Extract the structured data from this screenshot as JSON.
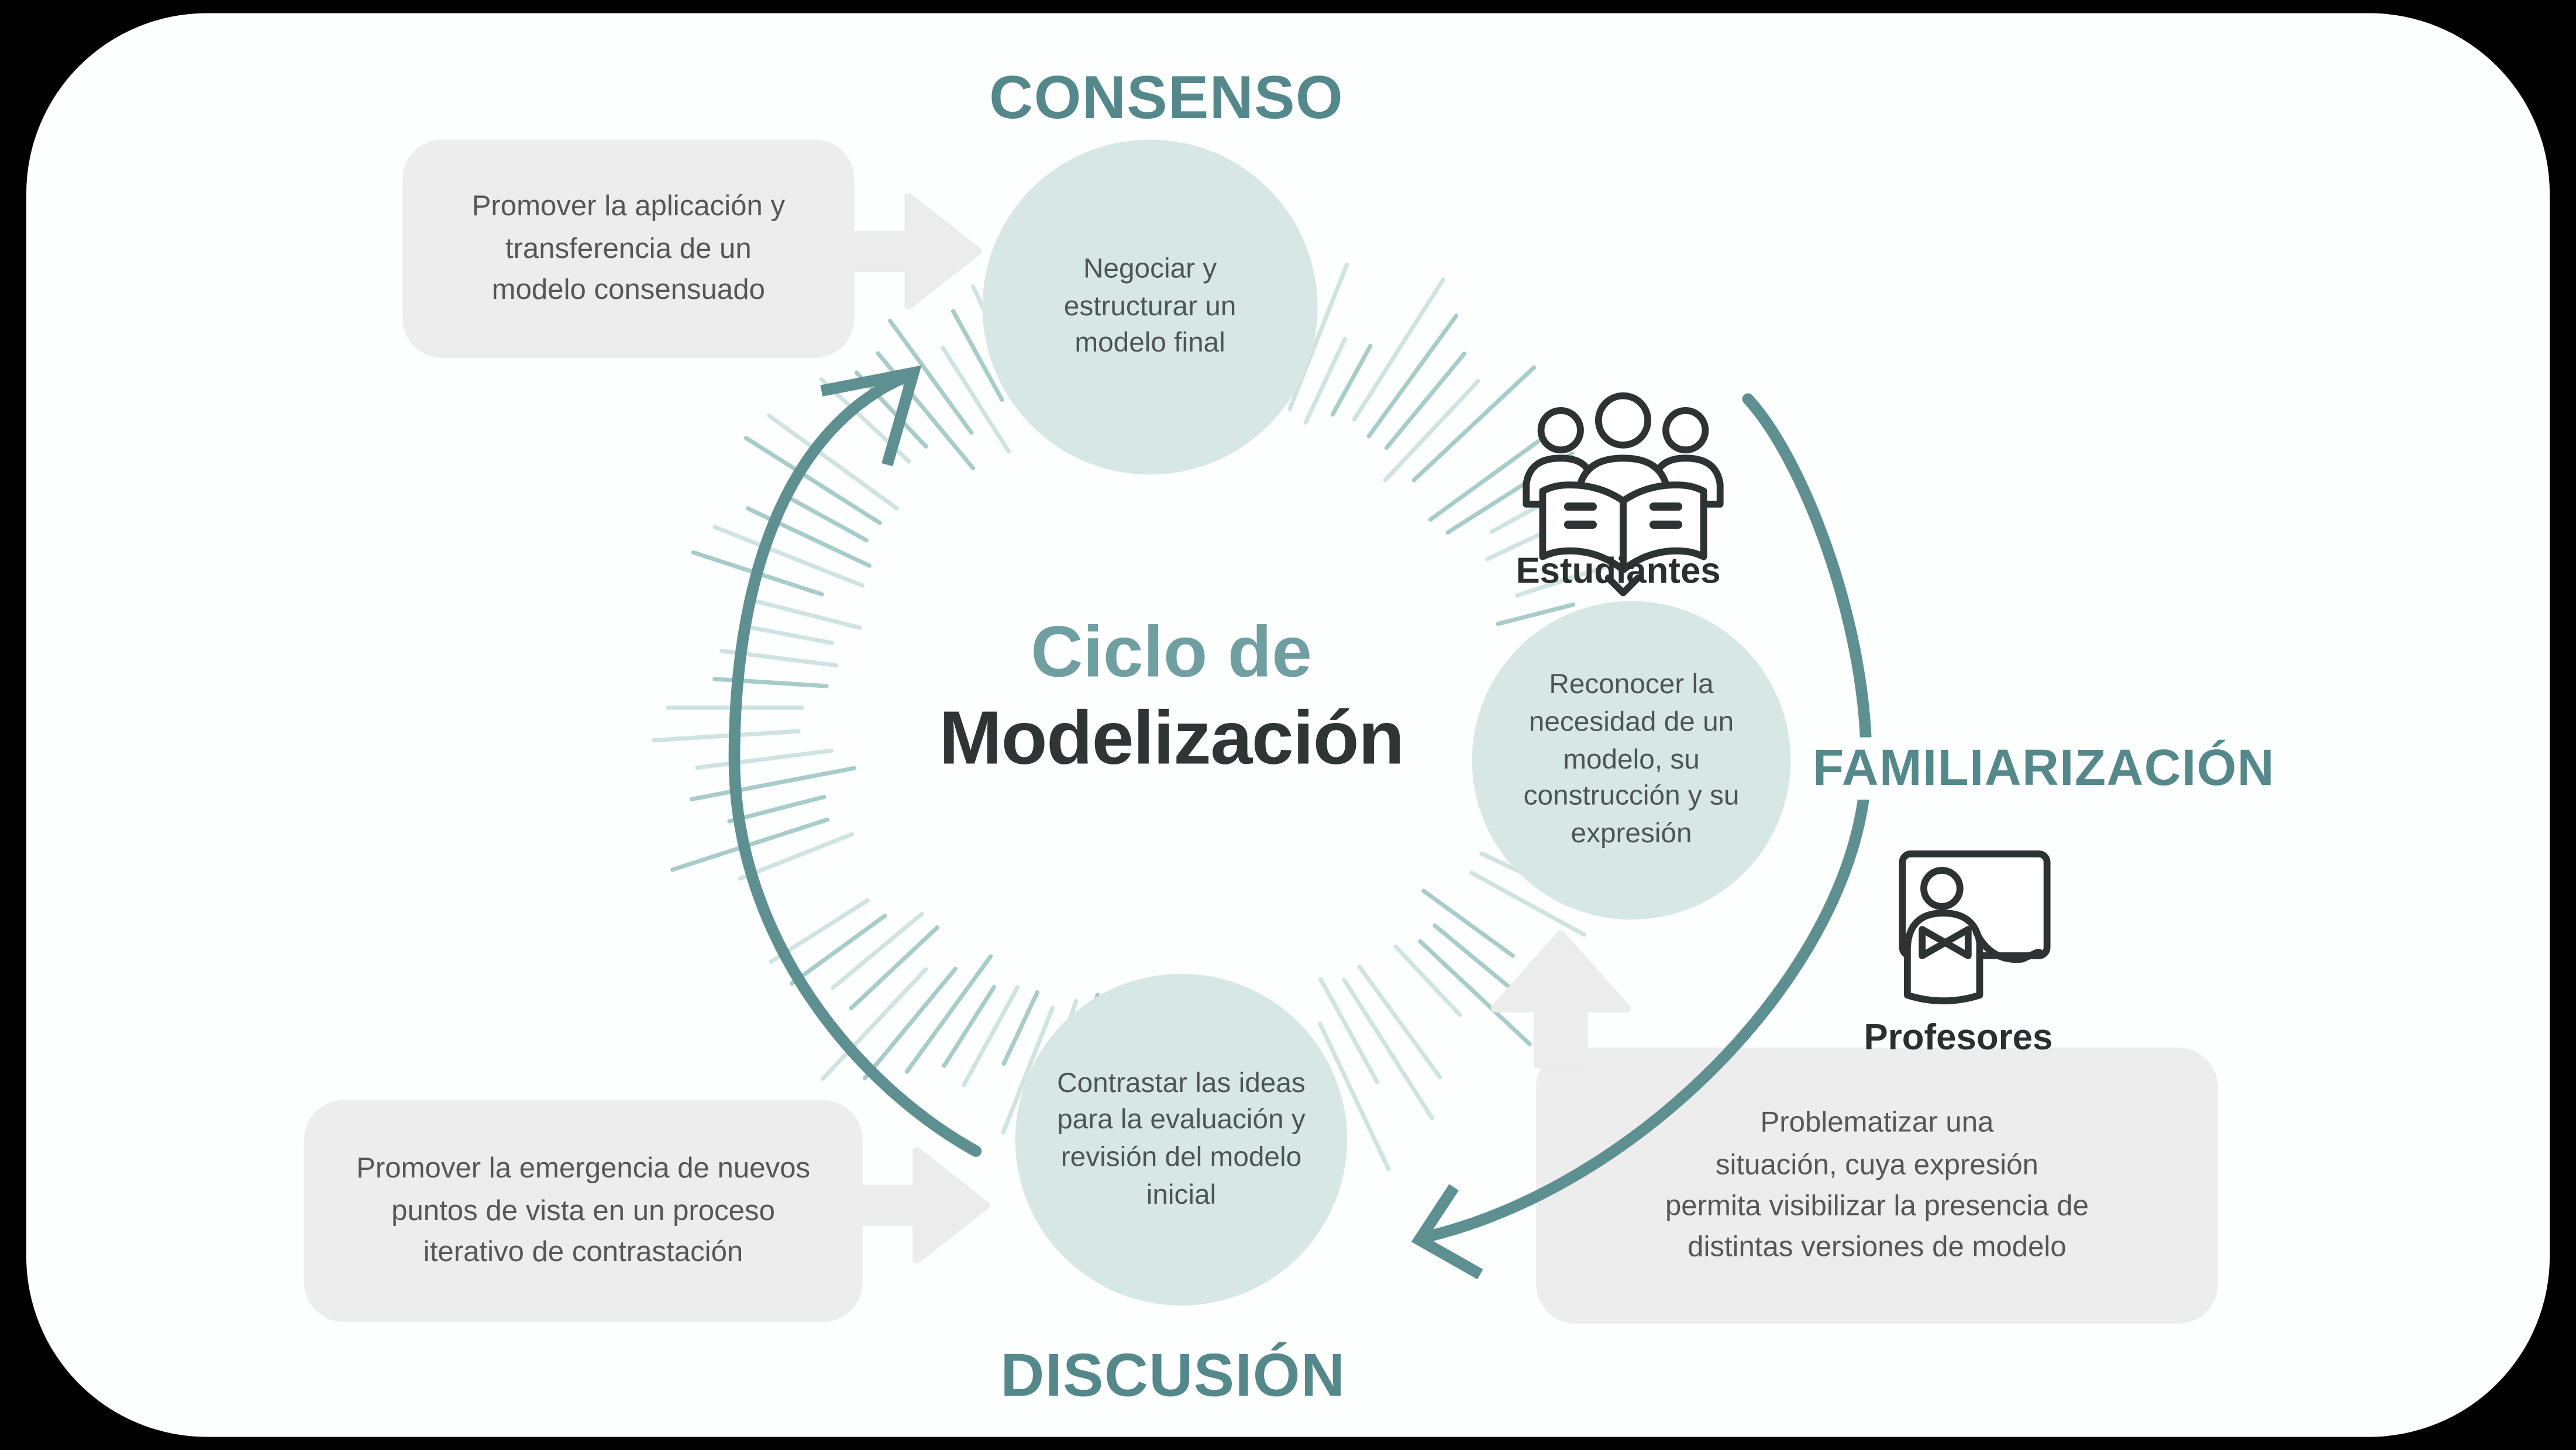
{
  "title": {
    "line1": "Ciclo de",
    "line2": "Modelización"
  },
  "stages": [
    {
      "name": "CONSENSO",
      "circle_text": "Negociar y\nestructurar un\nmodelo final"
    },
    {
      "name": "FAMILIARIZACIÓN",
      "circle_text": "Reconocer la\nnecesidad de un\nmodelo, su\nconstrucción y su\nexpresión"
    },
    {
      "name": "DISCUSIÓN",
      "circle_text": "Contrastar las ideas\npara la evaluación y\nrevisión del modelo\ninicial"
    }
  ],
  "callouts": [
    {
      "text": "Promover la aplicación y\ntransferencia de un\nmodelo consensuado"
    },
    {
      "text": "Promover la emergencia de nuevos\npuntos de vista en un proceso\niterativo de contrastación"
    },
    {
      "text": "Problematizar una\nsituación, cuya expresión\npermita visibilizar la presencia de\ndistintas versiones de modelo"
    }
  ],
  "actors": [
    {
      "label": "Estudiantes"
    },
    {
      "label": "Profesores"
    }
  ],
  "colors": {
    "canvas-bg": "#fdfefe",
    "heading": "#54888b",
    "title-accent": "#6f9fa1",
    "title-dark": "#2f3434",
    "circle-fill": "#d7e7e5",
    "circle-text": "#4e5454",
    "box-fill": "#ededed",
    "box-text": "#565656",
    "arc": "#5e8f91",
    "gray-arrow": "#ececec",
    "ray-light": "#cfe3e1",
    "ray-dark": "#a7ccc9",
    "icon": "#2d3232",
    "label-text": "#2b2f2f"
  }
}
